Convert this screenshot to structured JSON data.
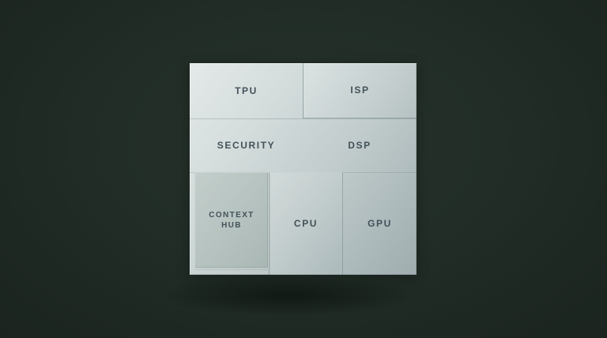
{
  "scene": {
    "background_color": "#222d27",
    "shadow_color": "rgba(6,12,9,0.6)"
  },
  "chip": {
    "description": "SoC die block diagram",
    "base_color_light": "#e4e9e9",
    "base_color_dark": "#9fadaf",
    "label_color": "#42525a",
    "blocks": [
      {
        "id": "tpu",
        "label": "TPU"
      },
      {
        "id": "isp",
        "label": "ISP"
      },
      {
        "id": "security",
        "label": "SECURITY"
      },
      {
        "id": "dsp",
        "label": "DSP"
      },
      {
        "id": "context-hub",
        "label": "CONTEXT HUB"
      },
      {
        "id": "cpu",
        "label": "CPU"
      },
      {
        "id": "gpu",
        "label": "GPU"
      }
    ]
  }
}
